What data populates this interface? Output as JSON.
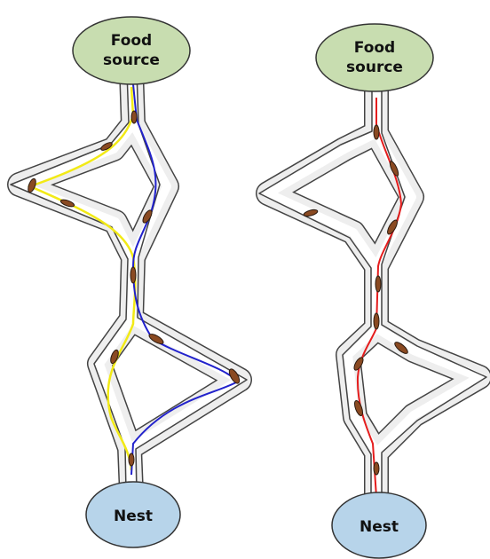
{
  "colors": {
    "food_fill": "#c8ddb0",
    "nest_fill": "#b7d4ea",
    "node_stroke": "#333333",
    "path_border": "#444444",
    "path_fill": "#eeeeee",
    "yellow_route": "#f2ea16",
    "blue_route": "#2222cc",
    "red_route": "#e51d1d",
    "ant_body": "#8a4a22",
    "ant_dark": "#2a1a10"
  },
  "left_panel": {
    "food_label_line1": "Food",
    "food_label_line2": "source",
    "nest_label": "Nest",
    "routes": [
      "yellow-route",
      "blue-route"
    ]
  },
  "right_panel": {
    "food_label_line1": "Food",
    "food_label_line2": "source",
    "nest_label": "Nest",
    "routes": [
      "red-route"
    ]
  }
}
